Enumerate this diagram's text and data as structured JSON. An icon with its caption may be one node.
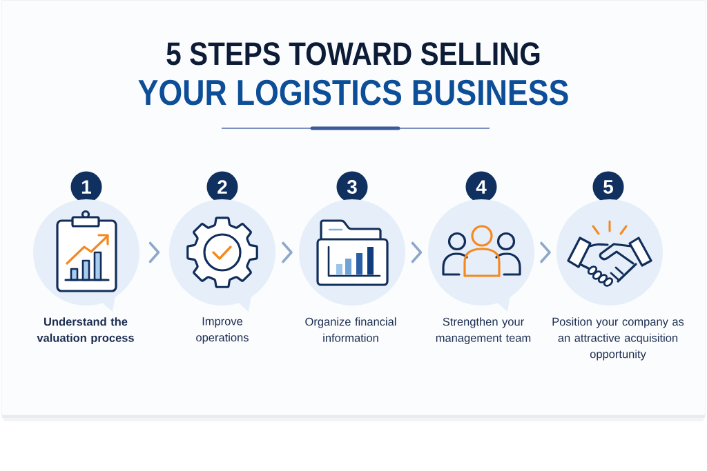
{
  "diagram": {
    "title": "5 STEPS TOWARD SELLING YOUR LOGISTICS BUSINESS",
    "nodes": [
      {
        "text": [
          "1"
        ]
      },
      {
        "text": [
          "Understand the valuation process"
        ]
      },
      {
        "text": [
          "2"
        ]
      },
      {
        "text": [
          "Improve operations"
        ]
      },
      {
        "text": [
          "3"
        ]
      },
      {
        "text": [
          "Organize financial information"
        ]
      },
      {
        "text": [
          "4"
        ]
      },
      {
        "text": [
          "Strengthen your management team"
        ]
      },
      {
        "text": [
          "5"
        ]
      },
      {
        "text": [
          "Position your company as an attractive acquisition opportunity"
        ]
      }
    ],
    "edges": [
      {
        "from": 1,
        "to": 3,
        "arrow": "to"
      },
      {
        "from": 3,
        "to": 5,
        "arrow": "to"
      },
      {
        "from": 5,
        "to": 7,
        "arrow": "to"
      },
      {
        "from": 7,
        "to": 9,
        "arrow": "to"
      }
    ]
  }
}
